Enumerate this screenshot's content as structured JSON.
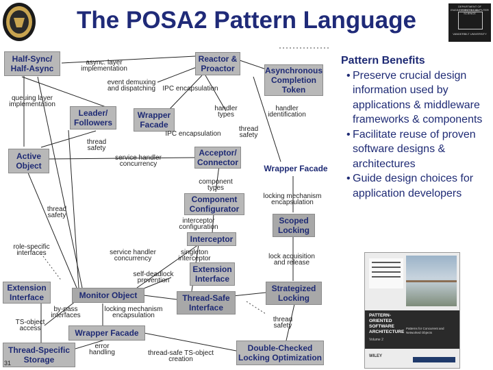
{
  "title": "The POSA2 Pattern Language",
  "logo_right": {
    "line1": "DEPARTMENT OF ELECTRICAL",
    "line2": "ENGINEERING & COMPUTER SCIENCE",
    "line3": "VANDERBILT UNIVERSITY"
  },
  "page_number": "31",
  "patterns": {
    "half_sync": "Half-Sync/ Half-Async",
    "reactor": "Reactor & Proactor",
    "async_token": "Asynchronous Completion Token",
    "leader": "Leader/ Followers",
    "wrapper_facade": "Wrapper Facade",
    "active_object": "Active Object",
    "acceptor": "Acceptor/ Connector",
    "wrapper_facade_right": "Wrapper Facade",
    "component_config": "Component Configurator",
    "scoped_locking": "Scoped Locking",
    "interceptor": "Interceptor",
    "extension_interface_left": "Extension Interface",
    "extension_interface_mid": "Extension Interface",
    "monitor_object": "Monitor Object",
    "thread_safe_interface": "Thread-Safe Interface",
    "strategized_locking": "Strategized Locking",
    "wrapper_facade_bottom": "Wrapper Facade",
    "thread_specific": "Thread-Specific Storage",
    "double_checked": "Double-Checked Locking Optimization"
  },
  "relations": {
    "async_layer": "async. layer implementation",
    "event_demux": "event demuxing and dispatching",
    "ipc_encap_1": "IPC encapsulation",
    "queuing_layer": "queuing layer implementation",
    "handler_types": "handler types",
    "handler_id": "handler identification",
    "thread_safety_1": "thread safety",
    "ipc_encap_2": "IPC encapsulation",
    "thread_safety_2": "thread safety",
    "service_handler_1": "service handler concurrency",
    "component_types": "component types",
    "locking_mech_1": "locking mechanism encapsulation",
    "thread_safety_3": "thread safety",
    "interceptor_config": "interceptor configuration",
    "role_specific": "role-specific interfaces",
    "service_handler_2": "service handler concurrency",
    "singleton_interceptor": "singleton interceptor",
    "lock_acq": "lock acquisition and release",
    "self_deadlock": "self-deadlock prevention",
    "bypass": "by-pass interfaces",
    "locking_mech_2": "locking mechanism encapsulation",
    "thread_safety_4": "thread safety",
    "ts_object_access": "TS-object access",
    "error_handling": "error handling",
    "thread_safe_creation": "thread-safe TS-object creation"
  },
  "benefits": {
    "heading": "Pattern Benefits",
    "bullet_glyph": "•",
    "items": [
      "Preserve crucial design information used by applications & middleware frameworks & components",
      "Facilitate reuse of proven software designs & architectures",
      "Guide design choices for application developers"
    ]
  },
  "book": {
    "title": "PATTERN-ORIENTED SOFTWARE ARCHITECTURE",
    "volume": "Volume 2",
    "subtitle": "Patterns for Concurrent and Networked Objects",
    "publisher": "WILEY"
  }
}
